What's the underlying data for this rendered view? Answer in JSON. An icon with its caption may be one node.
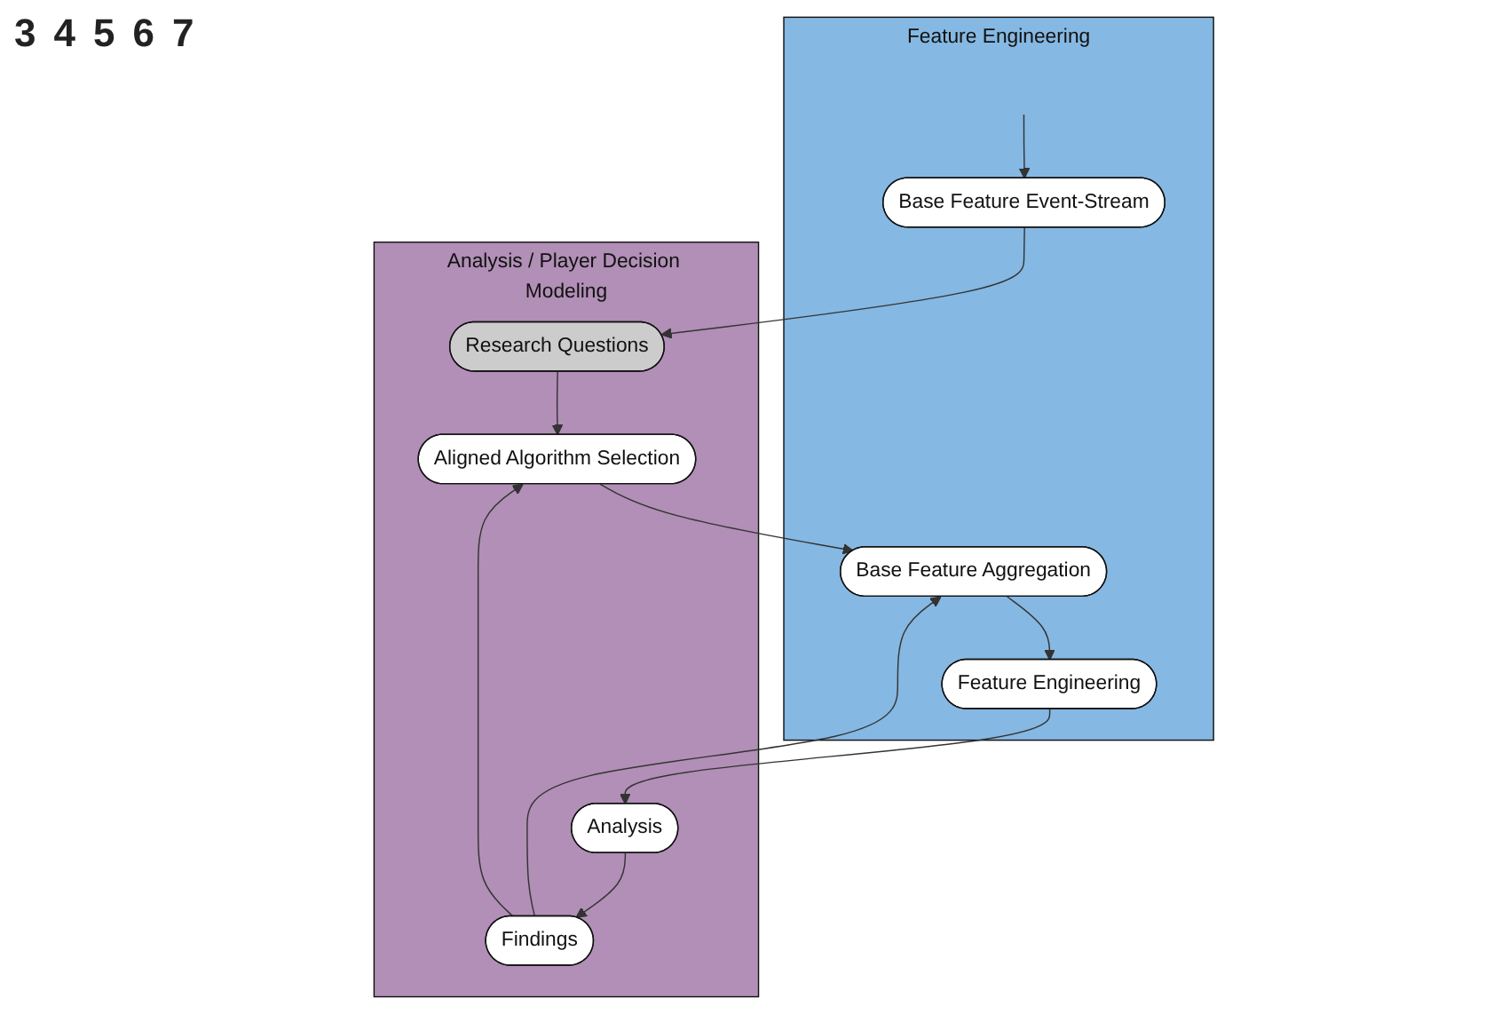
{
  "diagram": {
    "nodes": [
      {
        "text": [
          "Feature Engineering"
        ]
      },
      {
        "text": [
          "Base Feature Event-Stream"
        ],
        "in": 0
      },
      {
        "text": [
          "Base Feature Aggregation"
        ],
        "in": 0
      },
      {
        "text": [
          "Feature Engineering"
        ],
        "in": 0
      },
      {
        "text": [
          "Analysis / Player Decision Modeling"
        ]
      },
      {
        "text": [
          "Research Questions"
        ],
        "in": 4
      },
      {
        "text": [
          "Aligned Algorithm Selection"
        ],
        "in": 4
      },
      {
        "text": [
          "Analysis"
        ],
        "in": 4
      },
      {
        "text": [
          "Findings"
        ],
        "in": 4
      }
    ],
    "edges": [
      {
        "from": null,
        "to": 1,
        "arrow": "to"
      },
      {
        "from": 1,
        "to": 5,
        "arrow": "to"
      },
      {
        "from": 5,
        "to": 6,
        "arrow": "to"
      },
      {
        "from": 6,
        "to": 2,
        "arrow": "to"
      },
      {
        "from": 2,
        "to": 3,
        "arrow": "to"
      },
      {
        "from": 3,
        "to": 7,
        "arrow": "to"
      },
      {
        "from": 7,
        "to": 8,
        "arrow": "to"
      },
      {
        "from": 8,
        "to": 6,
        "arrow": "to"
      },
      {
        "from": 8,
        "to": 2,
        "arrow": "to"
      }
    ],
    "labels": [
      "3",
      "4",
      "5",
      "6",
      "7"
    ]
  }
}
